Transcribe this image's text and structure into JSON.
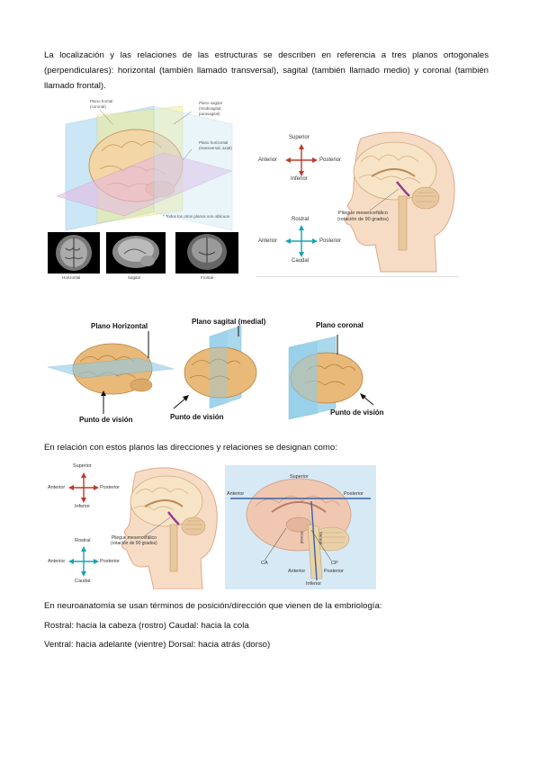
{
  "intro_text": "La localización y las relaciones de las estructuras se describen en referencia a tres planos ortogonales (perpendiculares): horizontal (también llamado transversal), sagital (también llamado medio) y coronal (también llamado frontal).",
  "fig1": {
    "plane_frontal": [
      "Plano frontal",
      "(coronal)"
    ],
    "plane_sagittal": [
      "Plano sagital",
      "(medisagital,",
      "parasagital)"
    ],
    "plane_horizontal": [
      "Plano horizontal",
      "(transversal, axial)"
    ],
    "note": "* Todos los otros planos son oblicuos",
    "mri_labels": [
      "Horizontal",
      "Sagital",
      "Frontal"
    ]
  },
  "fig2": {
    "top_cross": {
      "up": "Superior",
      "down": "Inferior",
      "left": "Anterior",
      "right": "Posterior"
    },
    "bottom_cross": {
      "up": "Rostral",
      "down": "Caudal",
      "left": "Anterior",
      "right": "Posterior"
    },
    "fold_label": [
      "Pliegue mesencefálico",
      "(rotación de 90 grados)"
    ]
  },
  "fig3": {
    "horizontal": "Plano Horizontal",
    "sagittal": "Plano sagital (medial)",
    "coronal": "Plano coronal",
    "view1": "Punto de visión",
    "view2": "Punto de visión",
    "view3": "Punto de visión"
  },
  "relations_text": "En relación con estos planos las direcciones y relaciones se designan como:",
  "fig4": {
    "top_cross": {
      "up": "Superior",
      "down": "Inferior",
      "left": "Anterior",
      "right": "Posterior"
    },
    "bottom_cross": {
      "up": "Rostral",
      "down": "Caudal",
      "left": "Anterior",
      "right": "Posterior"
    },
    "fold_label": [
      "Pliegue mesencefálico",
      "(rotación de 90 grados)"
    ]
  },
  "fig5": {
    "superior": "Superior",
    "anterior": "Anterior",
    "posterior": "Posterior",
    "ca": "CA",
    "cp": "CP",
    "ant_bottom": "Anterior",
    "post_bottom": "Posterior",
    "inferior": "Inferior",
    "dorsal": "Dorsal",
    "ventral": "Ventral"
  },
  "embryo_text": "En neuroanatomía se usan términos de posición/dirección que vienen de la embriología:",
  "rostral_line": "Rostral: hacia la cabeza (rostro) Caudal: hacia la cola",
  "ventral_line": "Ventral: hacia adelante (vientre) Dorsal: hacia atrás (dorso)"
}
